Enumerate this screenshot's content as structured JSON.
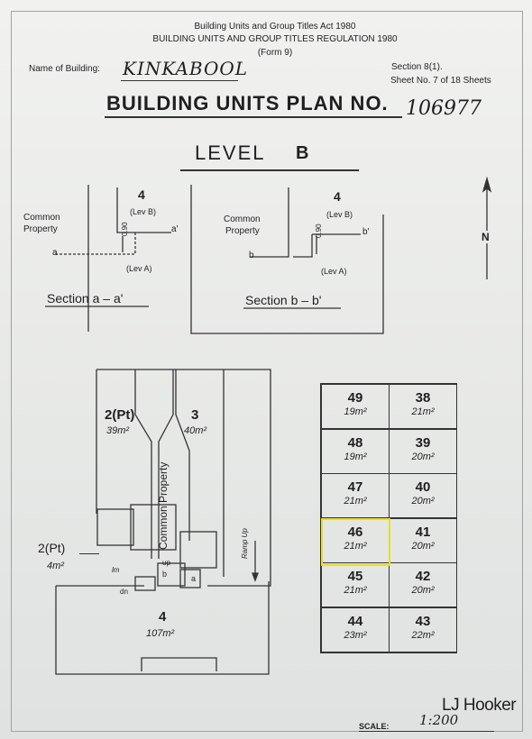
{
  "header": {
    "act": "Building Units and Group Titles Act 1980",
    "regulation": "BUILDING UNITS AND GROUP TITLES REGULATION 1980",
    "form": "(Form 9)",
    "name_label": "Name of Building:",
    "name_value": "KINKABOOL",
    "section": "Section 8(1).",
    "sheet": "Sheet No. 7 of 18 Sheets",
    "plan_title": "BUILDING UNITS PLAN NO.",
    "plan_number": "106977"
  },
  "level": {
    "label": "LEVEL",
    "value": "B"
  },
  "section_a": {
    "common": "Common",
    "property": "Property",
    "unit": "4",
    "lev_b": "(Lev B)",
    "lev_a": "(Lev A)",
    "height": "0.90",
    "left_mark": "a",
    "right_mark": "a'",
    "caption": "Section a – a'"
  },
  "section_b": {
    "common": "Common",
    "property": "Property",
    "unit": "4",
    "lev_b": "(Lev B)",
    "lev_a": "(Lev A)",
    "height": "0.90",
    "left_mark": "b",
    "right_mark": "b'",
    "caption": "Section b – b'"
  },
  "north": "N",
  "floorplan": {
    "unit_2pt_top": "2(Pt)",
    "area_2pt_top": "39m²",
    "unit_3": "3",
    "area_3": "40m²",
    "common_property": "Common Property",
    "ramp": "Ramp Up",
    "unit_2pt_left": "2(Pt)",
    "area_2pt_left": "4m²",
    "unit_4": "4",
    "area_4": "107m²",
    "mark_a": "a",
    "mark_b": "b",
    "mark_up": "up",
    "mark_dn": "dn",
    "mark_lm": "lm"
  },
  "units_grid": [
    {
      "num": "49",
      "area": "19m²",
      "col": 0,
      "row": 0
    },
    {
      "num": "38",
      "area": "21m²",
      "col": 1,
      "row": 0
    },
    {
      "num": "48",
      "area": "19m²",
      "col": 0,
      "row": 1
    },
    {
      "num": "39",
      "area": "20m²",
      "col": 1,
      "row": 1
    },
    {
      "num": "47",
      "area": "21m²",
      "col": 0,
      "row": 2
    },
    {
      "num": "40",
      "area": "20m²",
      "col": 1,
      "row": 2
    },
    {
      "num": "46",
      "area": "21m²",
      "col": 0,
      "row": 3
    },
    {
      "num": "41",
      "area": "20m²",
      "col": 1,
      "row": 3
    },
    {
      "num": "45",
      "area": "21m²",
      "col": 0,
      "row": 4
    },
    {
      "num": "42",
      "area": "20m²",
      "col": 1,
      "row": 4
    },
    {
      "num": "44",
      "area": "23m²",
      "col": 0,
      "row": 5
    },
    {
      "num": "43",
      "area": "22m²",
      "col": 1,
      "row": 5
    }
  ],
  "footer": {
    "brand": "LJ Hooker",
    "scale_label": "SCALE:",
    "scale_value": "1:200"
  },
  "colors": {
    "highlight": "#e8dc2a",
    "ink": "#1f1f1f",
    "paper": "#eceeec"
  }
}
